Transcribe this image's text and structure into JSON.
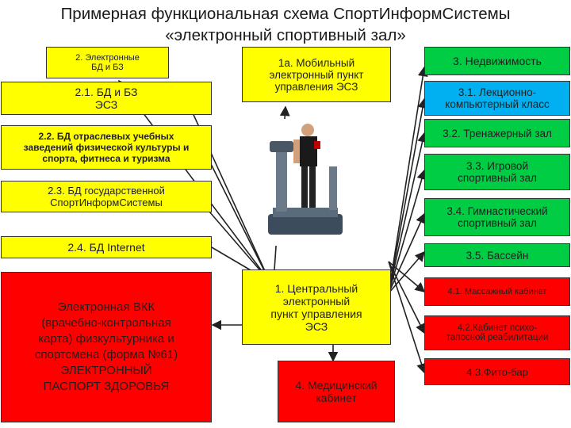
{
  "title": {
    "line1": "Примерная функциональная схема СпортИнформСистемы",
    "line2": "«электронный спортивный зал»"
  },
  "boxes": {
    "b2": "2. Электронные\nБД и БЗ",
    "b21": "2.1. БД и БЗ\nЭСЗ",
    "b22": "2.2. БД отраслевых учебных\nзаведений физической культуры и\nспорта, фитнеса и туризма",
    "b23": "2.3. БД государственной\nСпортИнформСистемы",
    "b24": "2.4. БД Internet",
    "vkk": "Электронная ВКК\n(врачебно-контрольная\nкарта) физкультурника и\nспортсмена (форма №61)\nЭЛЕКТРОННЫЙ\nПАСПОРТ ЗДОРОВЬЯ",
    "b1a": "1а. Мобильный\nэлектронный пункт\nуправления ЭСЗ",
    "b1": "1. Центральный\nэлектронный\nпункт управления\nЭСЗ",
    "b4": "4. Медицинский\nкабинет",
    "b3": "3. Недвижимость",
    "b31": "3.1. Лекционно-\nкомпьютерный класс",
    "b32": "3.2. Тренажерный зал",
    "b33": "3.3. Игровой\nспортивный зал",
    "b34": "3.4. Гимнастический\nспортивный зал",
    "b35": "3.5. Бассейн",
    "b41": "4.1. Массажный кабинет",
    "b42": "4.2.Кабинет психо-\nтапосной реабилитации",
    "b43": "4.3.Фито-бар"
  },
  "colors": {
    "yellow": "#ffff00",
    "green": "#00cc44",
    "cyan": "#00b0f0",
    "red": "#ff0000"
  }
}
